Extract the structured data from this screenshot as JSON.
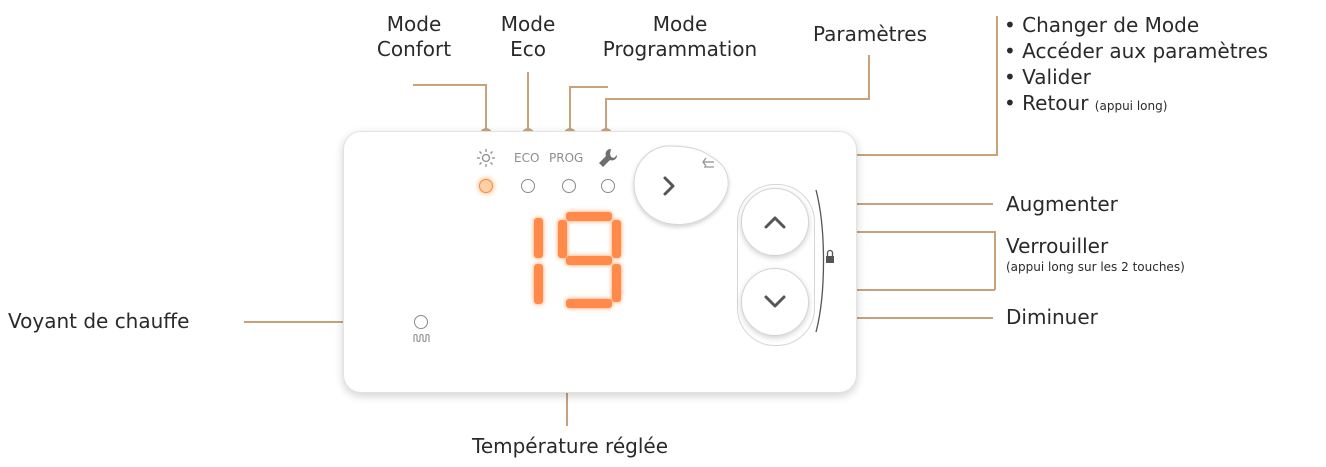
{
  "callouts": {
    "mode_confort": [
      "Mode",
      "Confort"
    ],
    "mode_eco": [
      "Mode",
      "Eco"
    ],
    "mode_prog": [
      "Mode",
      "Programmation"
    ],
    "parametres": "Paramètres",
    "center_button": {
      "items": [
        "• Changer de Mode",
        "• Accéder aux paramètres",
        "• Valider",
        "• Retour"
      ],
      "retour_note": "(appui long)"
    },
    "augmenter": "Augmenter",
    "verrouiller": "Verrouiller",
    "verrouiller_note": "(appui long sur les 2 touches)",
    "diminuer": "Diminuer",
    "voyant": "Voyant de chauffe",
    "temperature": "Température réglée"
  },
  "device": {
    "mode_labels": {
      "eco": "ECO",
      "prog": "PROG"
    },
    "temperature_display": "19",
    "active_mode": "confort",
    "icons": [
      "sun-icon",
      "wrench-icon",
      "chevron-right-icon",
      "return-icon",
      "chevron-up-icon",
      "chevron-down-icon",
      "lock-icon",
      "heating-icon"
    ]
  },
  "colors": {
    "leader": "#c9a27a",
    "display": "#ff8a4a",
    "active_led": "#f28d3c"
  }
}
